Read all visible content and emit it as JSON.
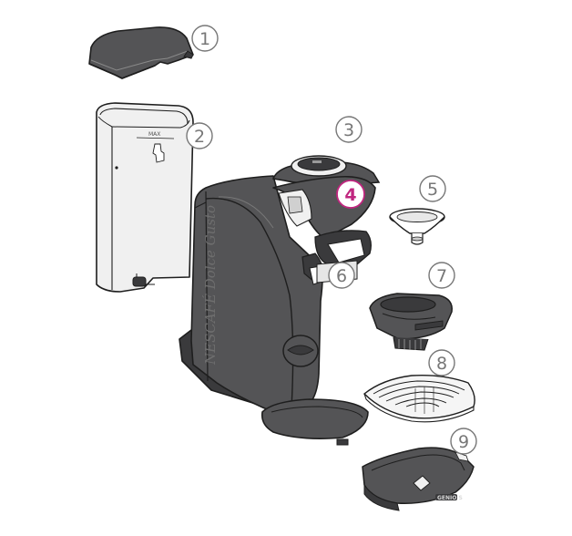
{
  "brand_text": "NESCAFÉ Dolce Gusto",
  "lid_text": "",
  "tank_max_label": "MAX",
  "tray_brand_label": "GENIO S",
  "colors": {
    "body": "#545456",
    "body_dark": "#3a3a3c",
    "outline": "#1e1e1e",
    "light_part": "#f0f0f0",
    "callout": "#777777",
    "highlight": "#c0267f"
  },
  "callouts": [
    {
      "id": "1",
      "label": "①",
      "part": "water-tank-lid",
      "highlight": false
    },
    {
      "id": "2",
      "label": "②",
      "part": "water-tank",
      "highlight": false
    },
    {
      "id": "3",
      "label": "③",
      "part": "control-panel",
      "highlight": false
    },
    {
      "id": "4",
      "label": "④",
      "part": "capsule-holder-lever",
      "highlight": true
    },
    {
      "id": "5",
      "label": "⑤",
      "part": "capsule-holder-funnel",
      "highlight": false
    },
    {
      "id": "6",
      "label": "⑥",
      "part": "capsule-holder-opening",
      "highlight": false
    },
    {
      "id": "7",
      "label": "⑦",
      "part": "capsule-holder",
      "highlight": false
    },
    {
      "id": "8",
      "label": "⑧",
      "part": "drip-grid",
      "highlight": false
    },
    {
      "id": "9",
      "label": "⑨",
      "part": "drip-tray",
      "highlight": false
    }
  ]
}
